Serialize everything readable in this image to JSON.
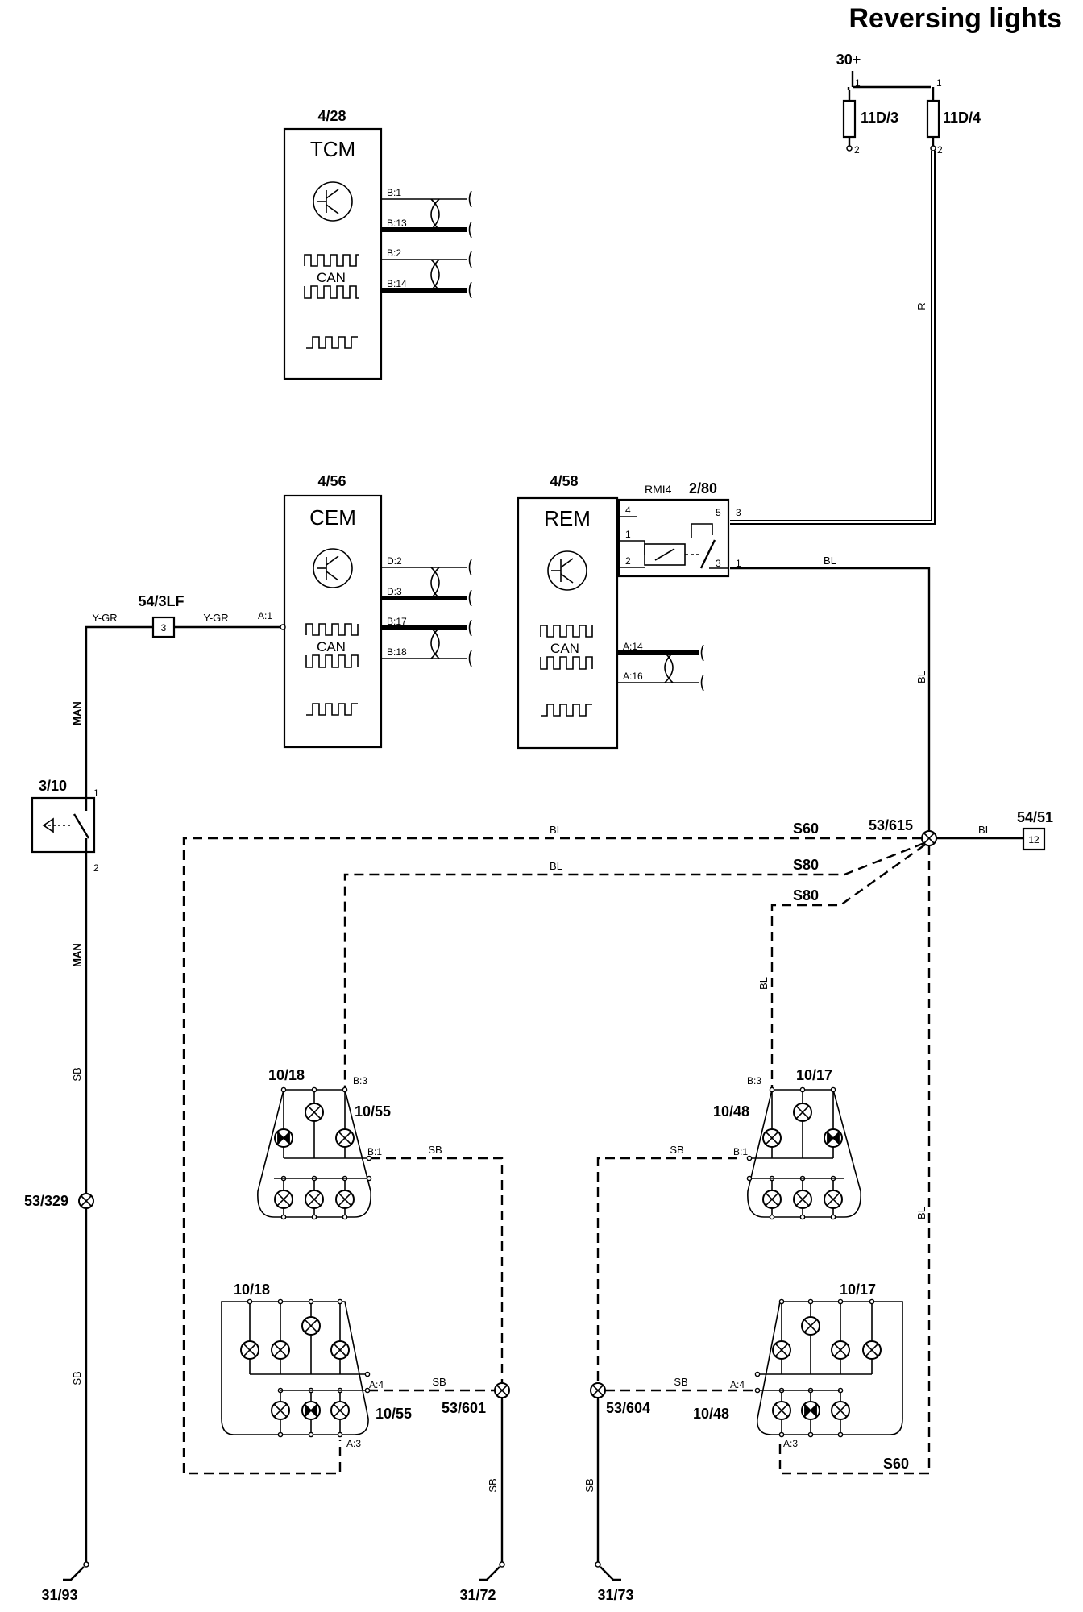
{
  "title": "Reversing lights",
  "supply": {
    "label": "30+",
    "fuse_a": "11D/3",
    "fuse_b": "11D/4",
    "pin1": "1",
    "pin2": "2",
    "pin1b": "1",
    "pin2b": "2"
  },
  "modules": {
    "tcm": {
      "ref": "4/28",
      "name": "TCM",
      "can": "CAN",
      "pins": [
        "B:1",
        "B:13",
        "B:2",
        "B:14"
      ]
    },
    "cem": {
      "ref": "4/56",
      "name": "CEM",
      "can": "CAN",
      "input_pin": "A:1",
      "pins": [
        "D:2",
        "D:3",
        "B:17",
        "B:18"
      ]
    },
    "rem": {
      "ref": "4/58",
      "name": "REM",
      "can": "CAN",
      "pins": [
        "A:14",
        "A:16"
      ]
    }
  },
  "relay": {
    "ref": "2/80",
    "label": "RMI4",
    "pins": [
      "4",
      "1",
      "2",
      "5",
      "3",
      "3",
      "1"
    ]
  },
  "switch": {
    "ref": "3/10",
    "pin1": "1",
    "pin2": "2"
  },
  "connectors": {
    "c54_3lf": "54/3LF",
    "c54_3lf_pin": "3",
    "c54_51": "54/51",
    "c54_51_pin": "12"
  },
  "splices": [
    "53/615",
    "53/329",
    "53/601",
    "53/604"
  ],
  "grounds": [
    "31/93",
    "31/72",
    "31/73"
  ],
  "lamps": {
    "upper_left": {
      "ref_a": "10/18",
      "ref_b": "10/55",
      "pin_top": "B:3",
      "pin_mid": "B:1"
    },
    "upper_right": {
      "ref_a": "10/17",
      "ref_b": "10/48",
      "pin_top": "B:3",
      "pin_mid": "B:1"
    },
    "lower_left": {
      "ref_a": "10/18",
      "ref_b": "10/55",
      "pin_a": "A:4",
      "pin_b": "A:3"
    },
    "lower_right": {
      "ref_a": "10/17",
      "ref_b": "10/48",
      "pin_a": "A:4",
      "pin_b": "A:3"
    }
  },
  "wire_colors": {
    "r": "R",
    "bl": "BL",
    "ygr": "Y-GR",
    "sb": "SB"
  },
  "harness_labels": {
    "man": "MAN",
    "s60": "S60",
    "s80": "S80"
  }
}
